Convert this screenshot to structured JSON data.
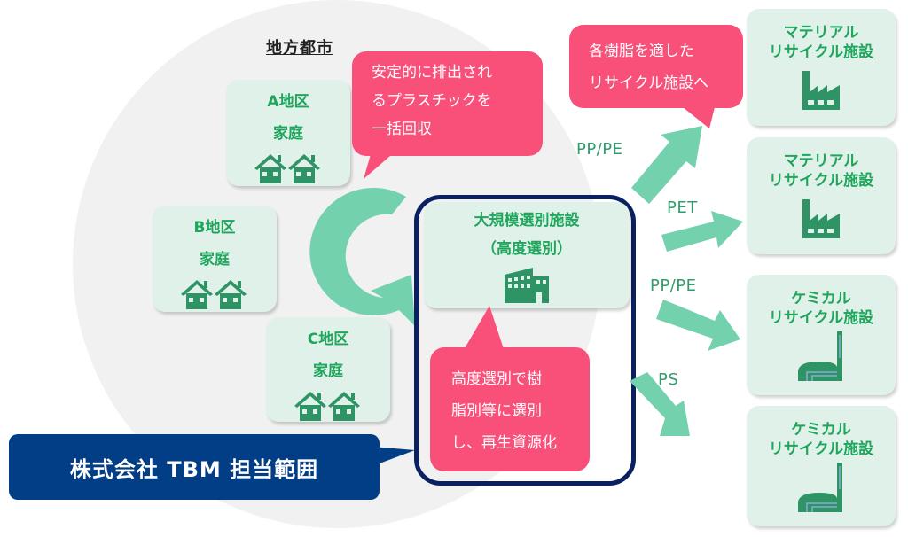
{
  "city": {
    "title": "地方都市",
    "districts": [
      {
        "name": "A地区",
        "type": "家庭",
        "icon": "houses-icon"
      },
      {
        "name": "B地区",
        "type": "家庭",
        "icon": "houses-icon"
      },
      {
        "name": "C地区",
        "type": "家庭",
        "icon": "houses-icon"
      }
    ],
    "collection_callout": [
      "安定的に排出され",
      "るプラスチックを",
      "一括回収"
    ],
    "cycle_icon": "circular-arrow-icon"
  },
  "sorting_facility": {
    "name": "大規模選別施設",
    "subtitle": "（高度選別）",
    "icon": "building-icon",
    "callout": [
      "高度選別で樹",
      "脂別等に選別",
      "し、再生資源化"
    ]
  },
  "scope_label": "株式会社 TBM 担当範囲",
  "destination_callout": [
    "各樹脂を適した",
    "リサイクル施設へ"
  ],
  "flows": [
    {
      "label": "PP/PE",
      "to": 0
    },
    {
      "label": "PET",
      "to": 1
    },
    {
      "label": "PP/PE",
      "to": 2
    },
    {
      "label": "PS",
      "to": 3
    }
  ],
  "facilities": [
    {
      "line1": "マテリアル",
      "line2": "リサイクル施設",
      "icon": "factory-icon"
    },
    {
      "line1": "マテリアル",
      "line2": "リサイクル施設",
      "icon": "factory-icon"
    },
    {
      "line1": "ケミカル",
      "line2": "リサイクル施設",
      "icon": "chemical-plant-icon"
    },
    {
      "line1": "ケミカル",
      "line2": "リサイクル施設",
      "icon": "chemical-plant-icon"
    }
  ],
  "colors": {
    "accent_green": "#1fa55c",
    "arrow_green": "#74d1ae",
    "callout_pink": "#f9507a",
    "scope_navy": "#0a2060",
    "label_blue": "#023e85",
    "box_bg": "#e0f1ea"
  }
}
